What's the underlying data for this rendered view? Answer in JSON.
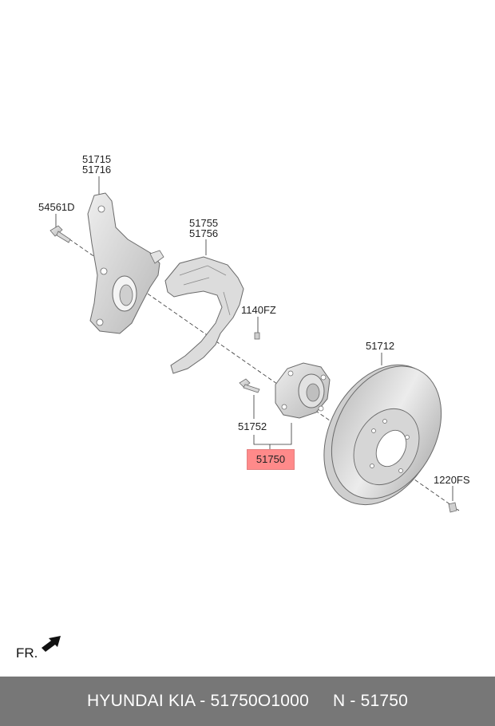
{
  "labels": {
    "knuckle_a": "51715",
    "knuckle_b": "51716",
    "bolt_54561d": "54561D",
    "shield_a": "51755",
    "shield_b": "51756",
    "screw_1140fz": "1140FZ",
    "disc": "51712",
    "hub_bolt": "51752",
    "hub_assembly": "51750",
    "disc_screw": "1220FS"
  },
  "direction_marker": "FR.",
  "footer": {
    "part_info": "HYUNDAI KIA - 51750O1000",
    "ref_info": "N - 51750"
  },
  "colors": {
    "highlight": "#ff8a8a",
    "footer_bg": "#777777",
    "part_fill": "#d9d9d9",
    "part_stroke": "#6a6a6a"
  },
  "icons": {
    "direction": "arrow-icon"
  }
}
